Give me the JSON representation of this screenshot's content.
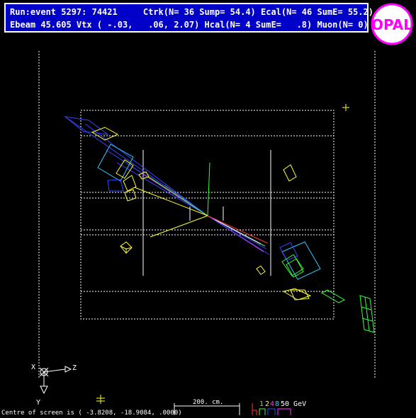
{
  "header": {
    "line1": "Run:event 5297: 74421     Ctrk(N= 36 Sump= 54.4) Ecal(N= 46 SumE= 55.2)",
    "line2": "Ebeam 45.605 Vtx ( -.03,   .06, 2.07) Hcal(N= 4 SumE=   .8) Muon(N= 0)"
  },
  "logo": {
    "letters": "OPAL",
    "color": "#ff00ff"
  },
  "axes": {
    "x_label": "X",
    "y_label": "Y",
    "z_label": "Z"
  },
  "footer": {
    "centre_text": "Centre of screen is ( -3.8208, -18.9084,    .0000)",
    "scale_label": "200. cm.",
    "energy_scale_digits": [
      "1",
      "2",
      "4",
      "8"
    ],
    "energy_scale_unit": "50 GeV"
  },
  "colors": {
    "header_bg": "#0000c8",
    "track_blue": "#3344ff",
    "ecal_yellow": "#ffff33",
    "cluster_cyan": "#33ccff",
    "hcal_green": "#33ff33",
    "energy_red": "#ff3333"
  }
}
